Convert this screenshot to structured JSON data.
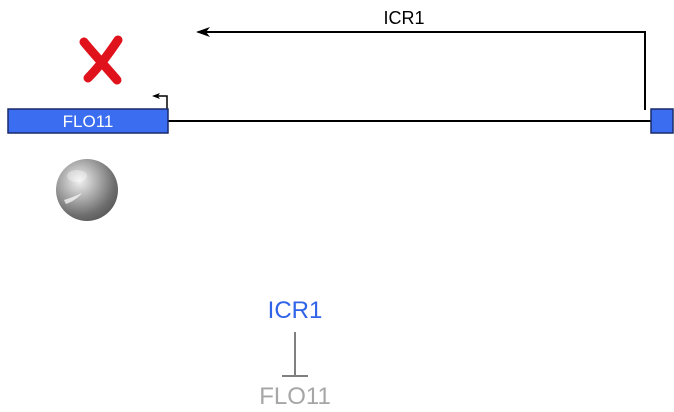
{
  "top_transcript": {
    "label": "ICR1"
  },
  "gene_box": {
    "label": "FLO11"
  },
  "regulation": {
    "repressor": "ICR1",
    "target": "FLO11"
  },
  "colors": {
    "gene_box_fill": "#3a6df0",
    "gene_box_stroke": "#1a2a6a",
    "cross": "#e0121b",
    "repressor_text": "#2f63e8",
    "target_text": "#a6a6a6",
    "line": "#000000",
    "bar_line": "#555555"
  },
  "icons": {
    "cross": "red-x-icon",
    "cell": "grey-sphere-icon"
  }
}
